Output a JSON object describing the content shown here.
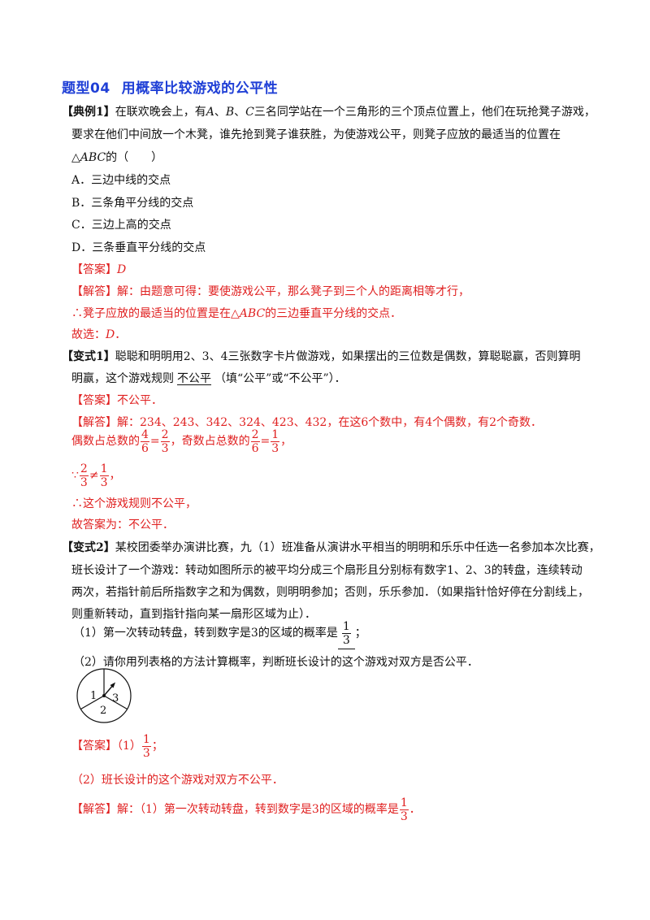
{
  "title": {
    "num": "题型04",
    "text": "用概率比较游戏的公平性"
  },
  "ex1": {
    "tag": "【典例1】",
    "l1a": "在联欢晚会上，有",
    "l1b": "、",
    "l1c": "、",
    "l1d": "三名同学站在一个三角形的三个顶点位置上，他们在玩抢凳子游戏，",
    "vA": "A",
    "vB": "B",
    "vC": "C",
    "l2": "要求在他们中间放一个木凳，谁先抢到凳子谁获胜，为使游戏公平，则凳子应放的最适当的位置在",
    "l3a": "△",
    "l3b": "ABC",
    "l3c": "的（　　）",
    "optA": "A．三边中线的交点",
    "optB": "B．三条角平分线的交点",
    "optC": "C．三边上高的交点",
    "optD": "D．三条垂直平分线的交点",
    "ans_tag": "【答案】",
    "ans_val": "D",
    "sol_tag": "【解答】",
    "sol1": "解：由题意可得：要使游戏公平，那么凳子到三个人的距离相等才行，",
    "sol2a": "∴凳子应放的最适当的位置是在△",
    "sol2b": "ABC",
    "sol2c": "的三边垂直平分线的交点．",
    "sol3a": "故选：",
    "sol3b": "D",
    "sol3c": "．"
  },
  "v1": {
    "tag": "【变式1】",
    "l1": "聪聪和明明用2、3、4三张数字卡片做游戏，如果摆出的三位数是偶数，算聪聪赢，否则算明",
    "l2a": "明赢，这个游戏规则",
    "l2b": "不公平",
    "l2c": "（填“公平”或“不公平”）．",
    "ans_tag": "【答案】",
    "ans_val": "不公平．",
    "sol_tag": "【解答】",
    "sol1": "解：234、243、342、324、423、432，在这6个数中，有4个偶数，有2个奇数．",
    "sol2a": "偶数占总数的",
    "f1n": "4",
    "f1d": "6",
    "eq": "=",
    "f2n": "2",
    "f2d": "3",
    "sol2b": "，奇数占总数的",
    "f3n": "2",
    "f3d": "6",
    "f4n": "1",
    "f4d": "3",
    "sol2c": "，",
    "sol3a": "∵",
    "f5n": "2",
    "f5d": "3",
    "neq": "≠",
    "f6n": "1",
    "f6d": "3",
    "sol3b": "，",
    "sol4": "∴这个游戏规则不公平，",
    "sol5": "故答案为：不公平．"
  },
  "v2": {
    "tag": "【变式2】",
    "l1": "某校团委举办演讲比赛，九（1）班准备从演讲水平相当的明明和乐乐中任选一名参加本次比赛，",
    "l2": "班长设计了一个游戏：转动如图所示的被平均分成三个扇形且分别标有数字1、2、3的转盘，连续转动",
    "l3": "两次，若指针前后所指数字之和为偶数，则明明参加；否则，乐乐参加．（如果指针恰好停在分割线上，",
    "l4": "则重新转动，直到指针指向某一扇形区域为止）．",
    "q1a": "（1）第一次转动转盘，转到数字是3的区域的概率是",
    "q1n": "1",
    "q1d": "3",
    "q1b": "；",
    "q2": "（2）请你用列表格的方法计算概率，判断班长设计的这个游戏对双方是否公平．",
    "spinner": {
      "s1": "1",
      "s2": "2",
      "s3": "3"
    },
    "ans_tag": "【答案】",
    "ans1a": "（1）",
    "a1n": "1",
    "a1d": "3",
    "ans1b": "；",
    "ans2": "（2）班长设计的这个游戏对双方不公平．",
    "sol_tag": "【解答】",
    "sol1a": "解：（1）第一次转动转盘，转到数字是3的区域的概率是",
    "s1n": "1",
    "s1d": "3",
    "sol1b": "．"
  }
}
